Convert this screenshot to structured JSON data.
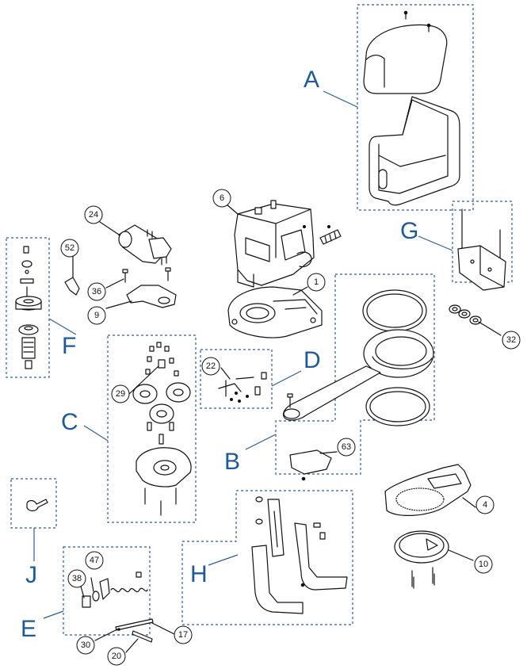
{
  "group_letters": {
    "A": "A",
    "B": "B",
    "C": "C",
    "D": "D",
    "E": "E",
    "F": "F",
    "G": "G",
    "H": "H",
    "J": "J"
  },
  "callouts": {
    "n1": "1",
    "n4": "4",
    "n6": "6",
    "n9": "9",
    "n10": "10",
    "n17": "17",
    "n20": "20",
    "n22": "22",
    "n24": "24",
    "n29": "29",
    "n30": "30",
    "n32": "32",
    "n36": "36",
    "n38": "38",
    "n47": "47",
    "n52": "52",
    "n63": "63"
  },
  "colors": {
    "accent": "#1f5a96",
    "leader": "#2f5d8f",
    "line": "#111111"
  }
}
